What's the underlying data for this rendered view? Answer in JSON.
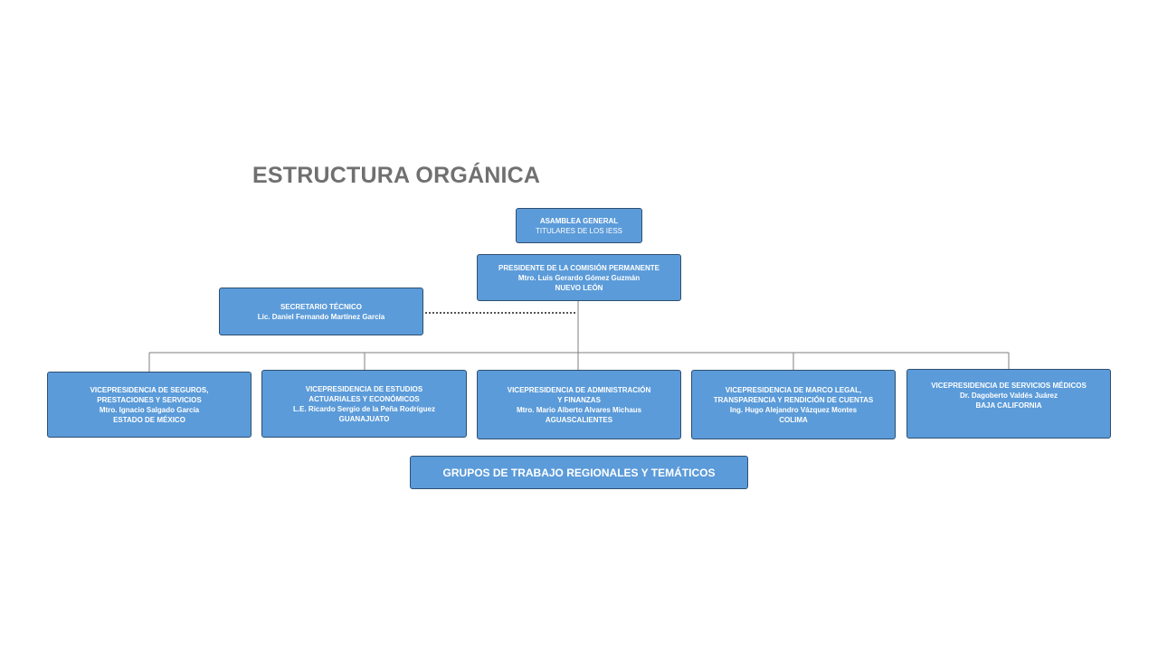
{
  "title": "ESTRUCTURA ORGÁNICA",
  "colors": {
    "box_fill": "#5b9bd9",
    "box_border": "#2e4f70",
    "connector": "#7f7f7f",
    "title": "#707070"
  },
  "org": {
    "asamblea": {
      "line1": "ASAMBLEA GENERAL",
      "line2": "TITULARES DE LOS IESS"
    },
    "presidente": {
      "line1": "PRESIDENTE DE LA COMISIÓN PERMANENTE",
      "line2": "Mtro. Luis Gerardo Gómez Guzmán",
      "line3": "NUEVO LEÓN"
    },
    "secretario": {
      "line1": "SECRETARIO TÉCNICO",
      "line2": "Lic. Daniel Fernando Martínez García"
    },
    "vicepresidencias": [
      {
        "lines": [
          "VICEPRESIDENCIA DE SEGUROS,",
          "PRESTACIONES Y SERVICIOS",
          "Mtro. Ignacio Salgado García",
          "ESTADO DE MÉXICO"
        ]
      },
      {
        "lines": [
          "VICEPRESIDENCIA DE ESTUDIOS",
          "ACTUARIALES Y ECONÓMICOS",
          "L.E. Ricardo Sergio de la Peña Rodríguez",
          "GUANAJUATO"
        ]
      },
      {
        "lines": [
          "VICEPRESIDENCIA DE ADMINISTRACIÓN",
          "Y FINANZAS",
          "Mtro. Mario Alberto Alvares Michaus",
          "AGUASCALIENTES"
        ]
      },
      {
        "lines": [
          "VICEPRESIDENCIA DE MARCO LEGAL,",
          "TRANSPARENCIA Y RENDICIÓN DE CUENTAS",
          "Ing. Hugo Alejandro Vázquez Montes",
          "COLIMA"
        ]
      },
      {
        "lines": [
          "VICEPRESIDENCIA DE SERVICIOS MÉDICOS",
          "Dr. Dagoberto Valdés Juárez",
          "BAJA CALIFORNIA"
        ]
      }
    ],
    "grupos": {
      "label": "GRUPOS DE TRABAJO REGIONALES Y TEMÁTICOS"
    }
  }
}
